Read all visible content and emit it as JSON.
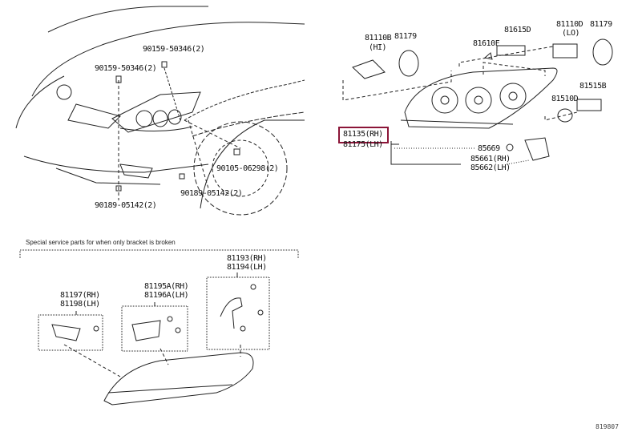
{
  "diagram": {
    "highlight_color": "#8b1538",
    "vehicle_labels": {
      "bolt_top": "90159-50346(2)",
      "bolt_left": "90159-50346(2)",
      "screw_fender": "90105-06298(2)",
      "clip_bottom_left": "90189-05142(2)",
      "clip_bottom_right": "90189-05142(2)"
    },
    "headlamp_labels": {
      "bulb_hi": "81110B",
      "bulb_hi_note": "(HI)",
      "cap_hi": "81179",
      "bulb_pos": "81610F",
      "socket_pos": "81615D",
      "bulb_lo": "81110D",
      "bulb_lo_note": "(LO)",
      "cap_lo": "81179",
      "socket_turn": "81515B",
      "bulb_turn": "81510D",
      "unit_rh": "81135(RH)",
      "unit_lh": "81175(LH)",
      "oring": "85669",
      "leveling_rh": "85661(RH)",
      "leveling_lh": "85662(LH)"
    },
    "bracket_section": {
      "note": "Special service parts for when only bracket is broken",
      "bracket_a_rh": "81193(RH)",
      "bracket_a_lh": "81194(LH)",
      "bracket_b_rh": "81195A(RH)",
      "bracket_b_lh": "81196A(LH)",
      "bracket_c_rh": "81197(RH)",
      "bracket_c_lh": "81198(LH)"
    },
    "reference_code": "819807"
  }
}
